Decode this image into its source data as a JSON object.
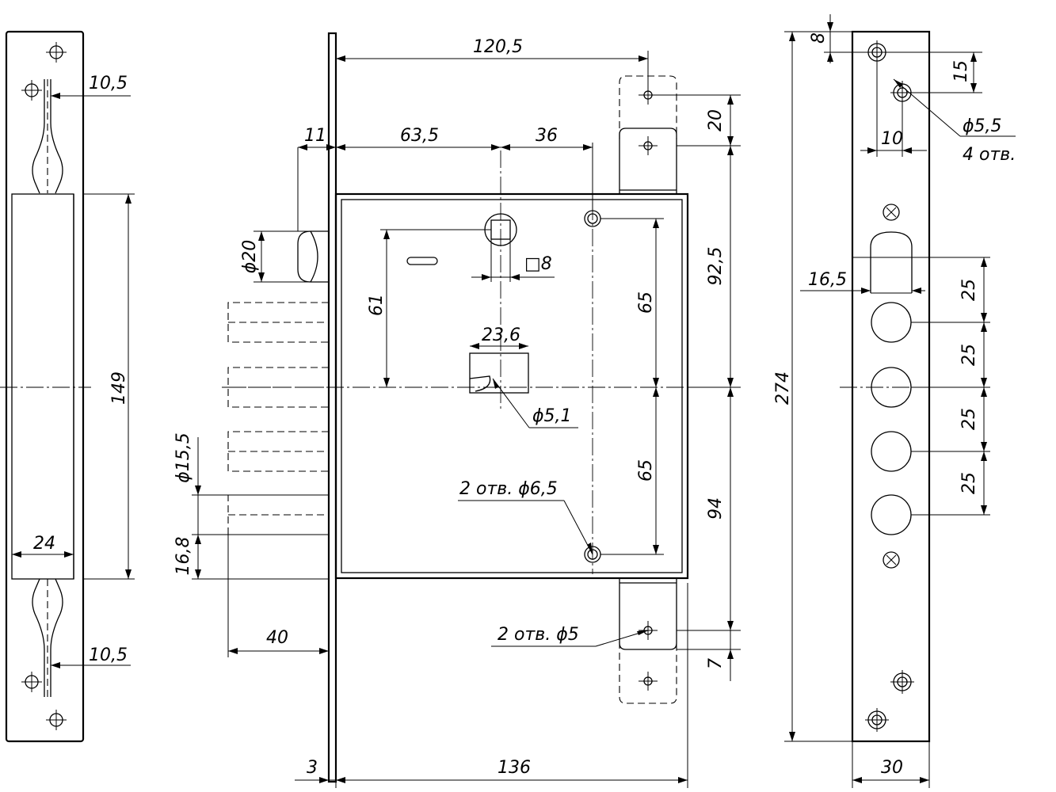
{
  "labels": {
    "d_120_5": "120,5",
    "d_11": "11",
    "d_63_5": "63,5",
    "d_36": "36",
    "d_20_top": "20",
    "d_92_5": "92,5",
    "d_94": "94",
    "d_7": "7",
    "d_3": "3",
    "d_136": "136",
    "d_40": "40",
    "d_61": "61",
    "d_65_upper": "65",
    "d_65_lower": "65",
    "d_23_6": "23,6",
    "d_phi_5_1": "ϕ5,1",
    "d_sq_8": "□8",
    "d_phi_20": "ϕ20",
    "d_phi_15_5": "ϕ15,5",
    "d_16_8": "16,8",
    "d_holes_6_5": "2 отв. ϕ6,5",
    "d_holes_5": "2 отв. ϕ5",
    "strike_10_5_top": "10,5",
    "strike_10_5_bottom": "10,5",
    "strike_149": "149",
    "strike_24": "24",
    "plate_8": "8",
    "plate_15": "15",
    "plate_10": "10",
    "plate_phi_5_5": "ϕ5,5",
    "plate_4_holes": "4 отв.",
    "plate_274": "274",
    "plate_16_5": "16,5",
    "plate_25_a": "25",
    "plate_25_b": "25",
    "plate_25_c": "25",
    "plate_25_d": "25",
    "plate_30": "30"
  }
}
